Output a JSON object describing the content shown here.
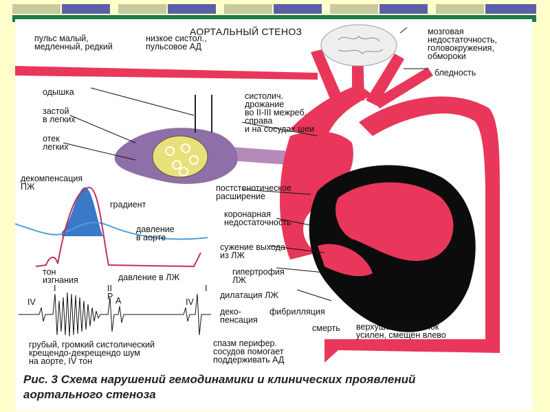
{
  "title": "АОРТАЛЬНЫЙ СТЕНОЗ",
  "labels": {
    "pulse": "пульс малый,\nмедленный, редкий",
    "low_pressure": "низкое систол.,\nпульсовое АД",
    "brain": "мозговая\nнедостаточность,\nголовокружения,\nобмороки",
    "pallor": "бледность",
    "dyspnea": "одышка",
    "congestion": "застой\nв легких",
    "edema": "отек\nлегких",
    "systolic_tremor": "систолич.\nдрожание\nво II-III межреб.\nсправа\nи на сосудах шеи",
    "decompensation_rv": "декомпенсация\nПЖ",
    "gradient": "градиент",
    "post_stenotic": "постстенотическое\nрасширение",
    "aortic_pressure": "давление\nв аорте",
    "coronary": "коронарная\nнедостаточность",
    "lv_narrowing": "сужение выхода\nиз ЛЖ",
    "ejection_tone": "тон\nизгнания",
    "lv_pressure": "давление в ЛЖ",
    "hypertrophy": "гипертрофия\nЛЖ",
    "lv_dilation": "дилатация ЛЖ",
    "decompensation": "деко-\nпенсация",
    "fibrillation": "фибрилляция",
    "death": "смерть",
    "apex_beat": "верхушечный толчок\nусилен, смещен влево",
    "spasm": "спазм перифер.\nсосудов помогает\nподдерживать АД",
    "murmur": "грубый, громкий систолический\nкрещендо-декрещендо шум\nна аорте, IV тон",
    "tone_iv_left": "IV",
    "tone_i": "I",
    "tone_ii": "II",
    "tone_p": "P",
    "tone_a": "A",
    "tone_iv_right": "IV",
    "tone_i_right": "I"
  },
  "caption": "Рис. 3 Схема нарушений гемодинамики и клинических проявлений\nаортального стеноза",
  "colors": {
    "vessel": "#e8375a",
    "myocardium": "#0c0c0c",
    "lung": "#8f6fa8",
    "alveoli": "#e8e07a",
    "pressure_fill": "#3a78c8",
    "aortic_curve": "#4da0d8",
    "lv_curve": "#c0305a",
    "frame_green": "#1f7a4a",
    "frame_blue": "#5b5fa8"
  },
  "icons": [
    "brain-icon"
  ]
}
